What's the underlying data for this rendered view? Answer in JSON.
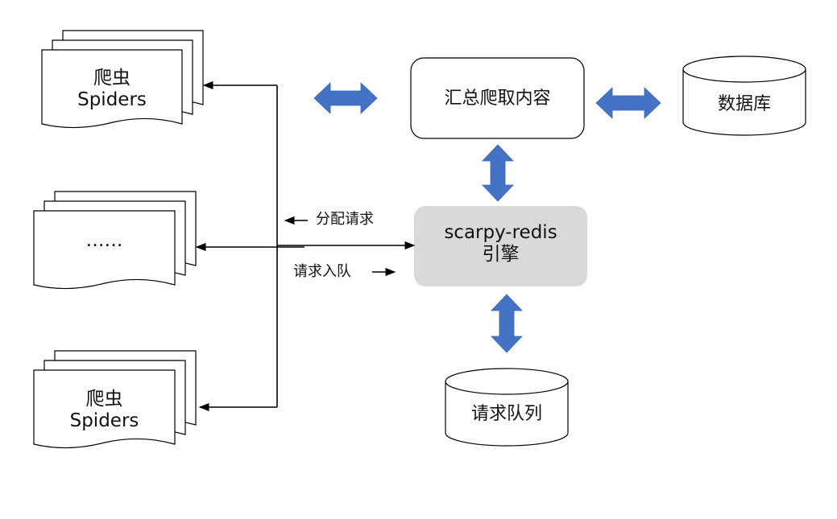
{
  "colors": {
    "arrow_fill": "#4472C4",
    "engine_fill": "#D9D9D9",
    "stroke": "#000000"
  },
  "spiders": [
    {
      "line1": "爬虫",
      "line2": "Spiders"
    },
    {
      "line1": "",
      "line2": "……"
    },
    {
      "line1": "爬虫",
      "line2": "Spiders"
    }
  ],
  "aggregate": {
    "label": "汇总爬取内容"
  },
  "database": {
    "label": "数据库"
  },
  "engine": {
    "line1": "scarpy-redis",
    "line2": "引擎"
  },
  "queue": {
    "label": "请求队列"
  },
  "annotations": {
    "dispatch": "分配请求",
    "enqueue": "请求入队"
  }
}
